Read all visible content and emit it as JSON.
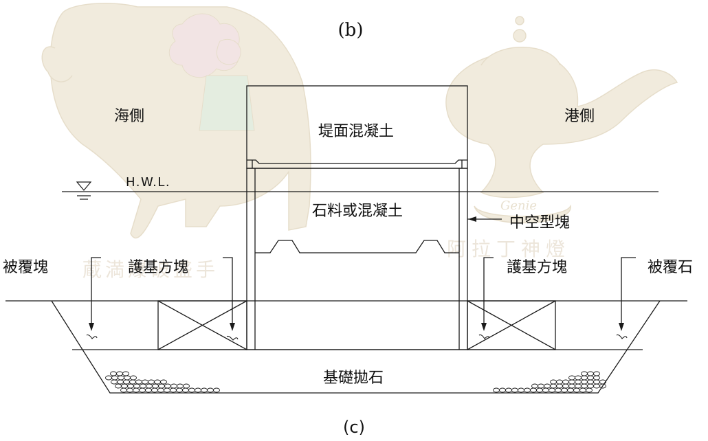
{
  "figure": {
    "top_caption": "(b)",
    "bottom_caption": "(c)"
  },
  "labels": {
    "sea_side": "海側",
    "harbor_side": "港側",
    "crown_concrete": "堤面混凝土",
    "fill_material": "石料或混凝土",
    "hollow_block": "中空型塊",
    "water_level": "H.W.L.",
    "armor_block_left": "被覆塊",
    "foot_protection_left": "護基方塊",
    "foot_protection_right": "護基方塊",
    "armor_stone_right": "被覆石",
    "rubble_foundation": "基礎拋石"
  },
  "watermark": {
    "left_text": "蔵満爆破盛手",
    "right_text": "阿拉丁神燈",
    "lamp_text": "Genie"
  },
  "colors": {
    "line": "#1a1a1a",
    "watermark_fill": "#e7dcc3",
    "watermark_stroke": "#d2c3a0",
    "watermark_rose": "#e9cfcf",
    "watermark_green": "#cfe0c8"
  }
}
